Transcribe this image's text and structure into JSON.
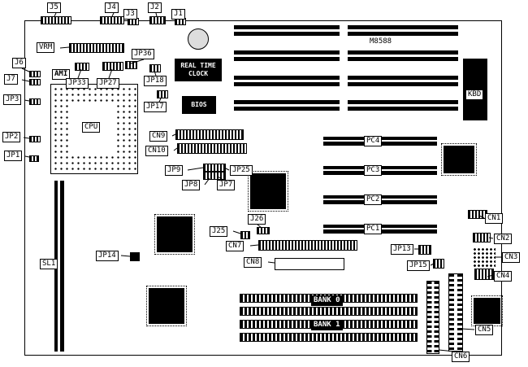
{
  "diagram": {
    "type": "motherboard-layout",
    "model": "M8588"
  },
  "colors": {
    "background": "#ffffff",
    "outline": "#000000",
    "component_fill": "#000000",
    "battery_fill": "#dddddd"
  },
  "labels": {
    "j1": "J1",
    "j2": "J2",
    "j3": "J3",
    "j4": "J4",
    "j5": "J5",
    "j6": "J6",
    "j7": "J7",
    "j25": "J25",
    "j26": "J26",
    "jp1": "JP1",
    "jp2": "JP2",
    "jp3": "JP3",
    "jp7": "JP7",
    "jp8": "JP8",
    "jp9": "JP9",
    "jp13": "JP13",
    "jp14": "JP14",
    "jp15": "JP15",
    "jp17": "JP17",
    "jp18": "JP18",
    "jp25": "JP25",
    "jp27": "JP27",
    "jp33": "JP33",
    "jp36": "JP36",
    "cn1": "CN1",
    "cn2": "CN2",
    "cn3": "CN3",
    "cn4": "CN4",
    "cn5": "CN5",
    "cn6": "CN6",
    "cn7": "CN7",
    "cn8": "CN8",
    "cn9": "CN9",
    "cn10": "CN10",
    "vrm": "VRM",
    "ami": "AMI",
    "cpu": "CPU",
    "sl1": "SL1",
    "kbd": "KBD",
    "pc1": "PC1",
    "pc2": "PC2",
    "pc3": "PC3",
    "pc4": "PC4",
    "bios": "BIOS",
    "rtc_line1": "REAL TIME",
    "rtc_line2": "CLOCK",
    "bank0": "BANK 0",
    "bank1": "BANK 1",
    "model": "M8588"
  }
}
